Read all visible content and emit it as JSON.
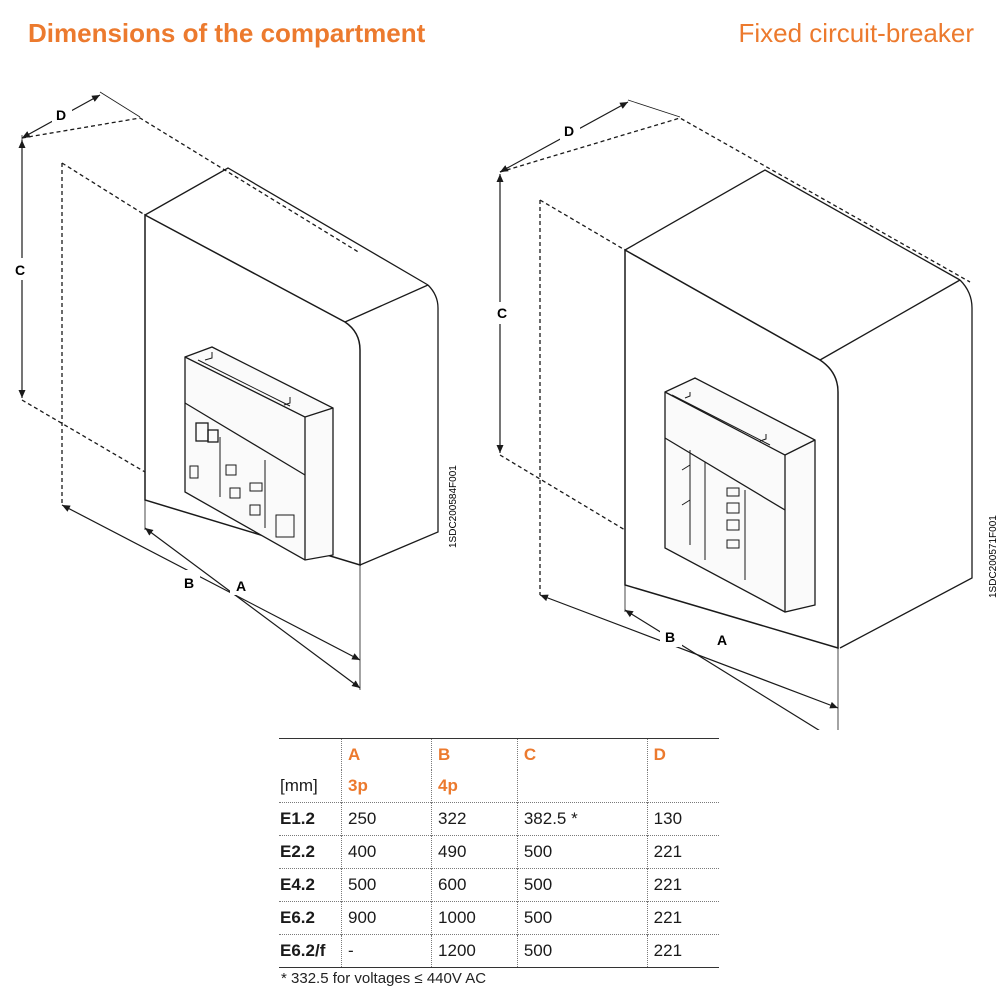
{
  "header": {
    "title": "Dimensions of the compartment",
    "subtitle": "Fixed circuit-breaker"
  },
  "diagrams": {
    "left": {
      "label_d": "D",
      "label_c": "C",
      "label_b": "B",
      "label_a": "A",
      "code": "1SDC200584F001"
    },
    "right": {
      "label_d": "D",
      "label_c": "C",
      "label_b": "B",
      "label_a": "A",
      "code": "1SDC200571F001"
    }
  },
  "table": {
    "header_row1": [
      "",
      "A",
      "B",
      "C",
      "D"
    ],
    "header_row2": [
      "[mm]",
      "3p",
      "4p",
      "",
      ""
    ],
    "rows": [
      [
        "E1.2",
        "250",
        "322",
        "382.5 *",
        "130"
      ],
      [
        "E2.2",
        "400",
        "490",
        "500",
        "221"
      ],
      [
        "E4.2",
        "500",
        "600",
        "500",
        "221"
      ],
      [
        "E6.2",
        "900",
        "1000",
        "500",
        "221"
      ],
      [
        "E6.2/f",
        "-",
        "1200",
        "500",
        "221"
      ]
    ],
    "footnote": "* 332.5 for voltages ≤ 440V AC"
  },
  "colors": {
    "accent": "#ec7a2e",
    "line": "#1a1a1a"
  }
}
